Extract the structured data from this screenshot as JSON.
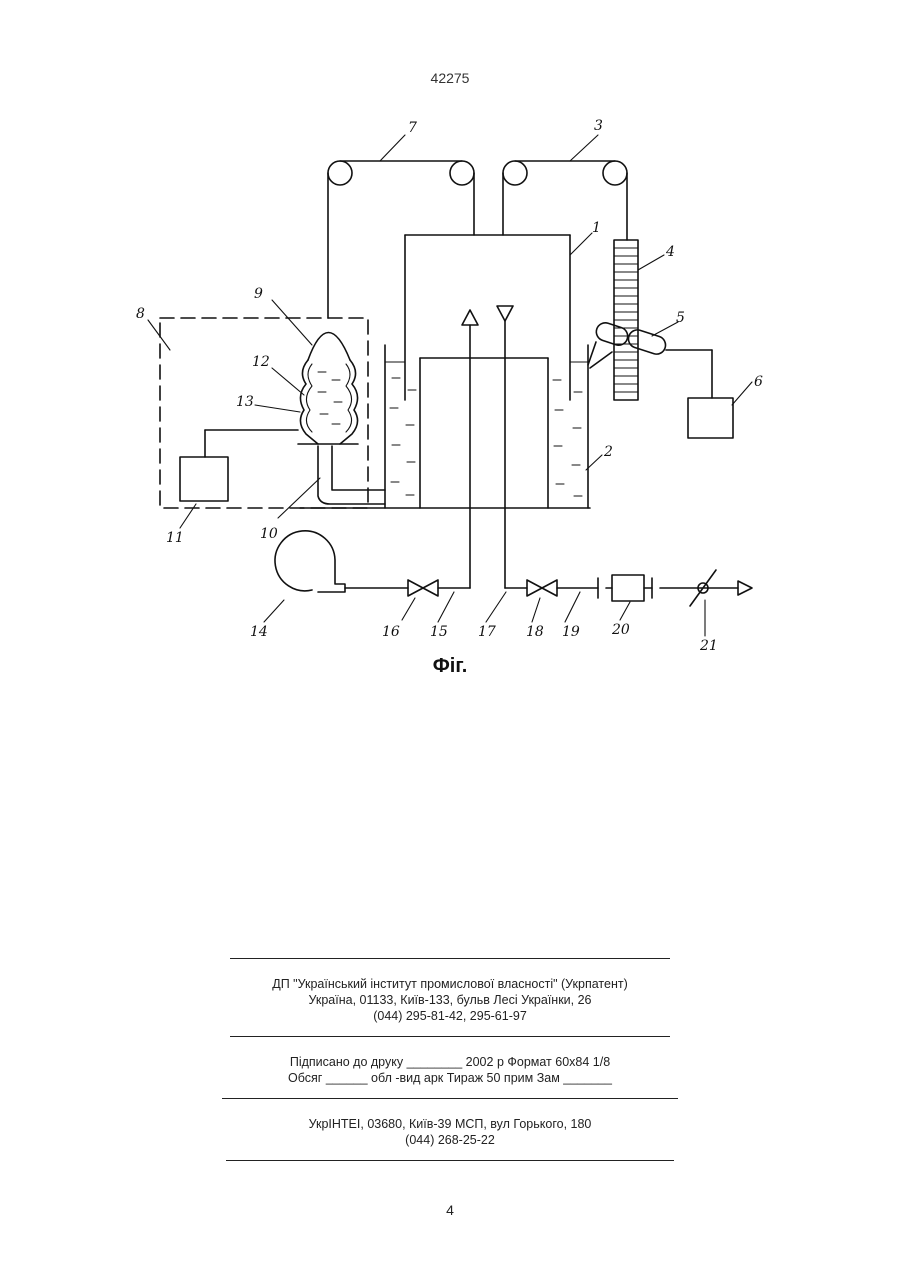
{
  "header": {
    "document_number": "42275"
  },
  "figure": {
    "caption": "Фіг.",
    "labels": [
      "1",
      "2",
      "3",
      "4",
      "5",
      "6",
      "7",
      "8",
      "9",
      "10",
      "11",
      "12",
      "13",
      "14",
      "15",
      "16",
      "17",
      "18",
      "19",
      "20",
      "21"
    ]
  },
  "imprint": {
    "publisher_line1": "ДП \"Український інститут промислової власності\" (Укрпатент)",
    "publisher_line2": "Україна, 01133, Київ-133, бульв  Лесі Українки, 26",
    "publisher_line3": "(044) 295-81-42, 295-61-97",
    "signed_line": "Підписано до друку ________ 2002 р     Формат 60х84 1/8",
    "volume_line": "Обсяг ______ обл -вид  арк    Тираж 50 прим     Зам _______",
    "printer_line1": "УкрІНТЕІ, 03680, Київ-39 МСП, вул  Горького, 180",
    "printer_line2": "(044) 268-25-22"
  },
  "footer": {
    "page_number": "4"
  }
}
